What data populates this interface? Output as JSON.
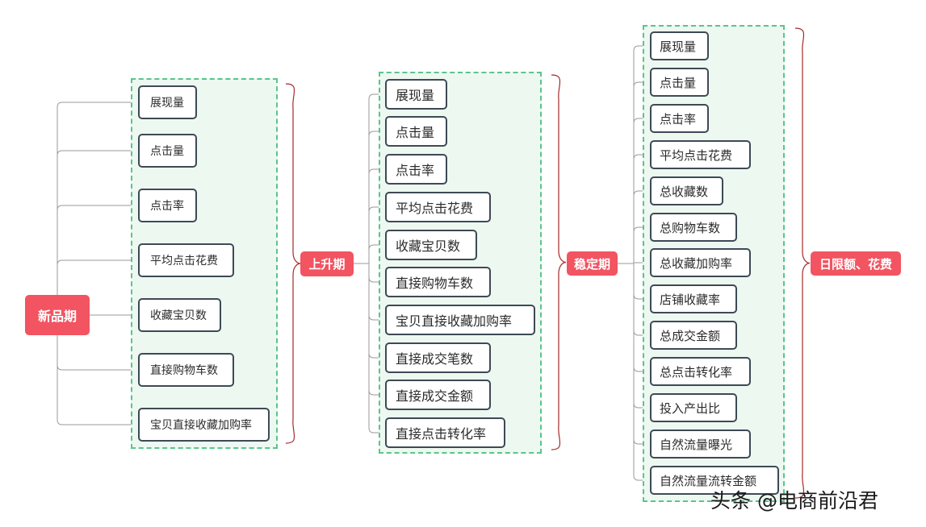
{
  "stages": [
    {
      "name": "新品期",
      "items": [
        "展现量",
        "点击量",
        "点击率",
        "平均点击花费",
        "收藏宝贝数",
        "直接购物车数",
        "宝贝直接收藏加购率"
      ]
    },
    {
      "name": "上升期",
      "items": [
        "展现量",
        "点击量",
        "点击率",
        "平均点击花费",
        "收藏宝贝数",
        "直接购物车数",
        "宝贝直接收藏加购率",
        "直接成交笔数",
        "直接成交金额",
        "直接点击转化率"
      ]
    },
    {
      "name": "稳定期",
      "items": [
        "展现量",
        "点击量",
        "点击率",
        "平均点击花费",
        "总收藏数",
        "总购物车数",
        "总收藏加购率",
        "店铺收藏率",
        "总成交金额",
        "总点击转化率",
        "投入产出比",
        "自然流量曝光",
        "自然流量流转金额"
      ]
    }
  ],
  "final_stage": "日限额、花费",
  "watermark": "头条 @电商前沿君",
  "colors": {
    "stage_fill": "#f25462",
    "group_border": "#5cc48c",
    "group_fill": "#edf8f1",
    "item_border": "#3d4a55",
    "connector": "#9a9a9a",
    "bracket": "#a52a2a"
  }
}
